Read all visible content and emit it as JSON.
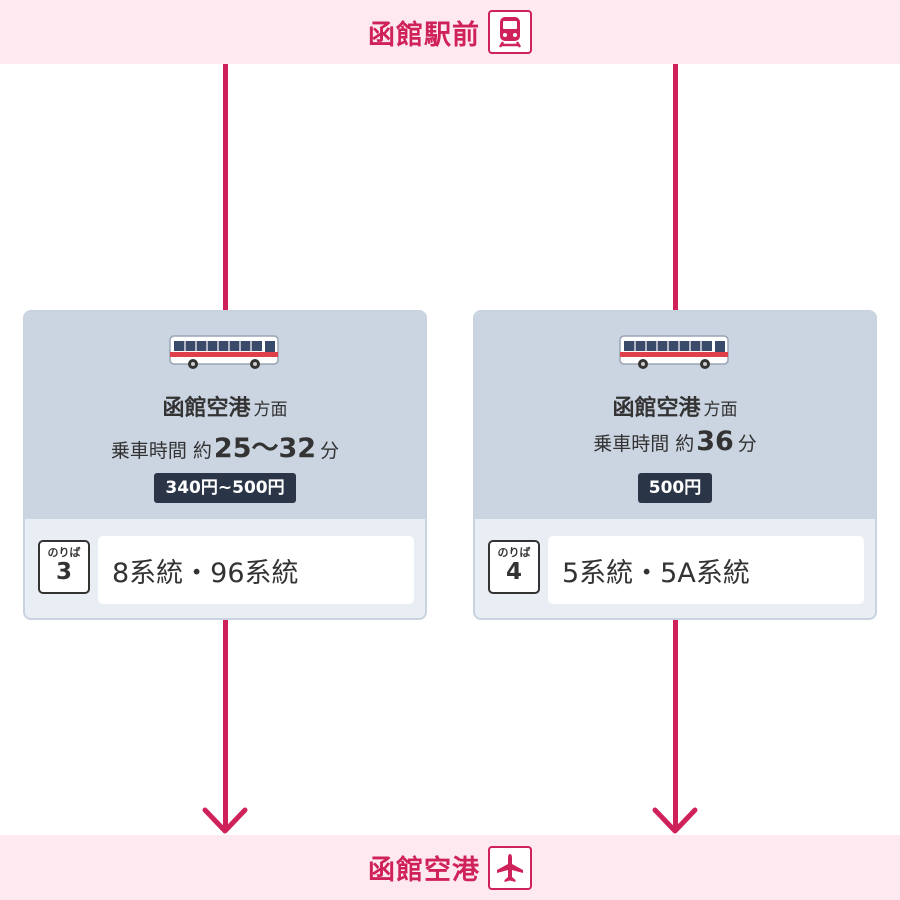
{
  "origin": {
    "name": "函館駅前",
    "icon": "train-icon"
  },
  "destination": {
    "name": "函館空港",
    "icon": "airplane-icon"
  },
  "colors": {
    "accent": "#d0225a",
    "banner_bg": "#fde9ef",
    "card_top": "#cbd5e1",
    "card_bottom": "#e9eef5",
    "fare_badge": "#2a3647"
  },
  "routes": [
    {
      "destination": "函館空港",
      "direction_suffix": "方面",
      "time_label": "乗車時間",
      "time_approx": "約",
      "time_value": "25〜32",
      "time_unit": "分",
      "fare": "340円~500円",
      "platform_label": "のりば",
      "platform_number": "3",
      "lines": "8系統・96系統",
      "icon": "bus-icon"
    },
    {
      "destination": "函館空港",
      "direction_suffix": "方面",
      "time_label": "乗車時間",
      "time_approx": "約",
      "time_value": "36",
      "time_unit": "分",
      "fare": "500円",
      "platform_label": "のりば",
      "platform_number": "4",
      "lines": "5系統・5A系統",
      "icon": "bus-icon"
    }
  ]
}
